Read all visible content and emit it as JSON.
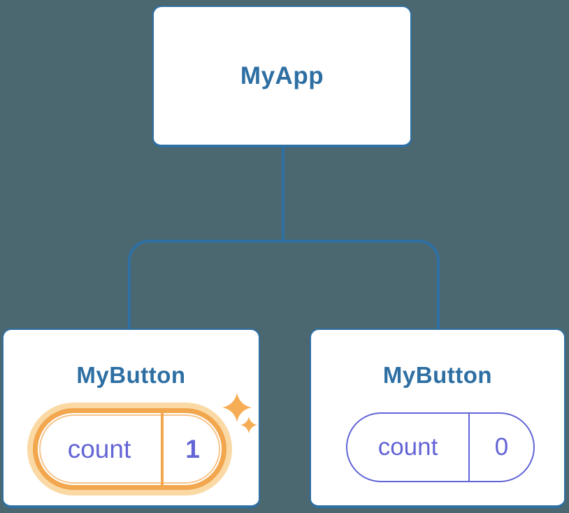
{
  "diagram": {
    "title_hint": "React component tree with state",
    "root": {
      "title": "MyApp"
    },
    "children": [
      {
        "title": "MyButton",
        "state": {
          "label": "count",
          "value": "1"
        },
        "highlighted": true,
        "highlight_note": "state just updated (sparkles)"
      },
      {
        "title": "MyButton",
        "state": {
          "label": "count",
          "value": "0"
        },
        "highlighted": false
      }
    ]
  },
  "icons": {
    "sparkles": "sparkles-icon (two four-pointed stars)"
  },
  "colors": {
    "bg": "#4B6770",
    "blue": "#2E70A4",
    "blueText": "#2E6FA3",
    "purple": "#6364D6",
    "orange": "#F2A64D",
    "orangeHalo": "#FAD9A4",
    "sparkle": "#F6AD55",
    "white": "#FFFFFF"
  }
}
